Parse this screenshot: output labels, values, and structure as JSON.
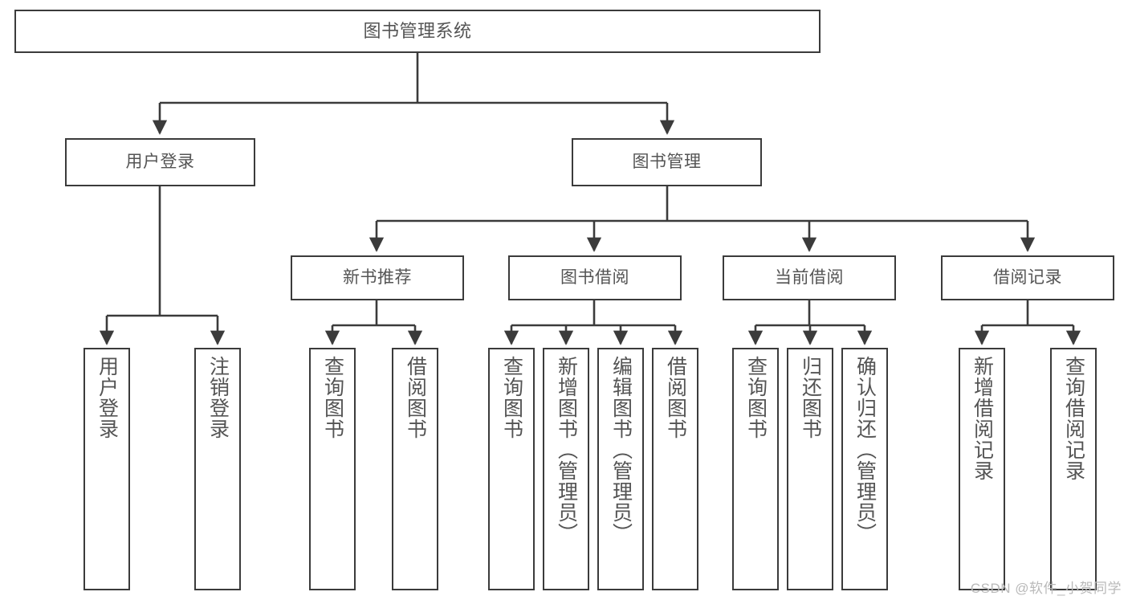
{
  "diagram": {
    "title": "图书管理系统",
    "type": "tree-hierarchy",
    "line_color": "#3b3b3b",
    "box_border_color": "#3b3b3b",
    "box_fill_color": "#ffffff",
    "text_color": "#545454",
    "background_color": "#ffffff"
  },
  "nodes": {
    "root": {
      "label": "图书管理系统"
    },
    "level2": [
      {
        "label": "用户登录"
      },
      {
        "label": "图书管理"
      }
    ],
    "level3": [
      {
        "label": "新书推荐"
      },
      {
        "label": "图书借阅"
      },
      {
        "label": "当前借阅"
      },
      {
        "label": "借阅记录"
      }
    ],
    "leaves_user_login": [
      {
        "label": "用户登录"
      },
      {
        "label": "注销登录"
      }
    ],
    "leaves_new_book": [
      {
        "label": "查询图书"
      },
      {
        "label": "借阅图书"
      }
    ],
    "leaves_borrow": [
      {
        "label": "查询图书"
      },
      {
        "label": "新增图书（管理员）"
      },
      {
        "label": "编辑图书（管理员）"
      },
      {
        "label": "借阅图书"
      }
    ],
    "leaves_current": [
      {
        "label": "查询图书"
      },
      {
        "label": "归还图书"
      },
      {
        "label": "确认归还（管理员）"
      }
    ],
    "leaves_record": [
      {
        "label": "新增借阅记录"
      },
      {
        "label": "查询借阅记录"
      }
    ]
  },
  "watermark": {
    "text": "CSDN @软件_小贺同学"
  }
}
